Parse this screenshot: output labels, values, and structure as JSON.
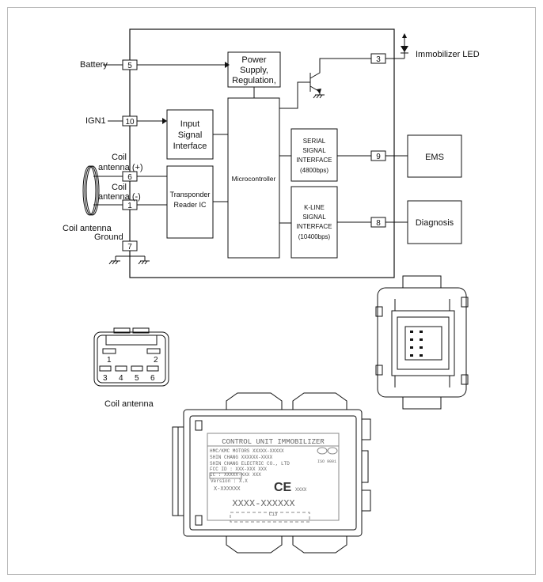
{
  "pins": {
    "battery": "5",
    "ign1": "10",
    "coil_pos": "6",
    "coil_neg": "1",
    "ground": "7",
    "led": "3",
    "ems": "9",
    "diag": "8"
  },
  "signals": {
    "battery": "Battery",
    "ign1": "IGN1",
    "coil_label": "Coil",
    "antenna_pos": "antenna (+)",
    "antenna_neg": "antenna (-)",
    "coil_antenna": "Coil antenna",
    "ground": "Ground",
    "immobilizer_led": "Immobilizer LED"
  },
  "blocks": {
    "power": [
      "Power",
      "Supply,",
      "Regulation,"
    ],
    "input": [
      "Input",
      "Signal",
      "Interface"
    ],
    "transponder": [
      "Transponder",
      "Reader IC"
    ],
    "micro": "Microcontroller",
    "serial": [
      "SERIAL",
      "SIGNAL",
      "INTERFACE",
      "(4800bps)"
    ],
    "kline": [
      "K-LINE",
      "SIGNAL",
      "INTERFACE",
      "(10400bps)"
    ],
    "ems": "EMS",
    "diagnosis": "Diagnosis"
  },
  "connector": {
    "pins_top": [
      "1",
      "2"
    ],
    "pins_bottom": [
      "3",
      "4",
      "5",
      "6"
    ],
    "caption": "Coil antenna"
  },
  "unit_label": {
    "title": "CONTROL UNIT IMMOBILIZER",
    "line1": "HMC/KMC MOTORS XXXXX-XXXXX",
    "line2": "SHIN CHANG XXXXXX-XXXX",
    "line3": "SHIN CHANG ELECTRIC CO., LTD",
    "fcc": "FCC ID : XXX-XXX XXX",
    "ic": "IC : XXXXX-XXX XXX",
    "version": "Version : X.X",
    "serial_small": "X-XXXXXX",
    "ce": "CE",
    "ce_code": "XXXX",
    "part_no": "XXXX-XXXXXX",
    "code": "C13",
    "cert": "ISO 9001"
  }
}
